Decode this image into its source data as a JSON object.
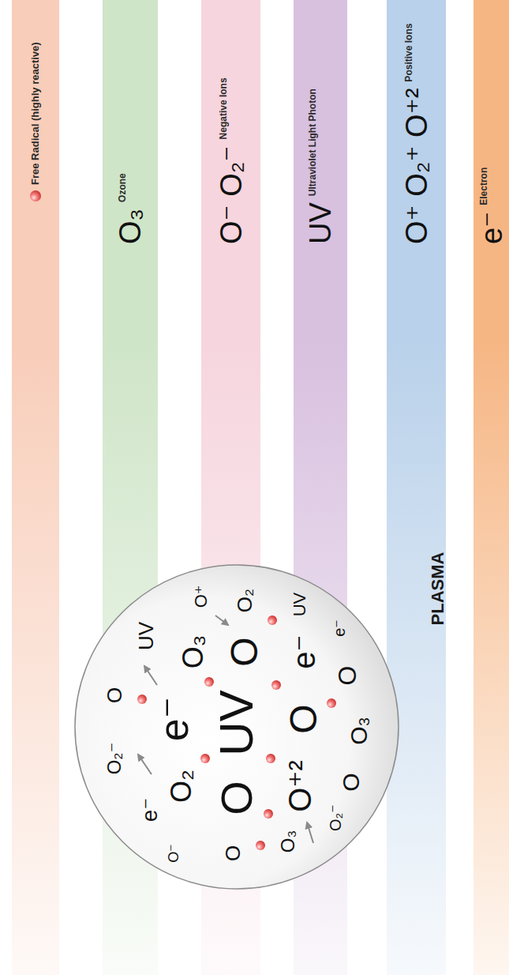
{
  "diagram": {
    "nodes": [
      {
        "text": [
          "Free Radical (highly reactive)"
        ]
      },
      {
        "text": [
          "O₃",
          "Ozone"
        ]
      },
      {
        "text": [
          "O⁻ O₂⁻",
          "Negative Ions"
        ]
      },
      {
        "text": [
          "UV",
          "Ultraviolet Light Photon"
        ]
      },
      {
        "text": [
          "O⁺ O₂⁺ O⁺²",
          "Positive Ions"
        ]
      },
      {
        "text": [
          "e⁻",
          "Electron"
        ]
      },
      {
        "text": [
          "PLASMA"
        ]
      }
    ],
    "labels": [
      "O₂⁻",
      "O",
      "e⁻",
      "UV",
      "O⁻",
      "O₂",
      "e⁻",
      "O₃",
      "O⁺",
      "O",
      "O",
      "UV",
      "O",
      "O₂",
      "O₃",
      "O⁺²",
      "O",
      "e⁻",
      "UV",
      "O₂⁻",
      "O",
      "O₃",
      "O",
      "e⁻"
    ]
  }
}
